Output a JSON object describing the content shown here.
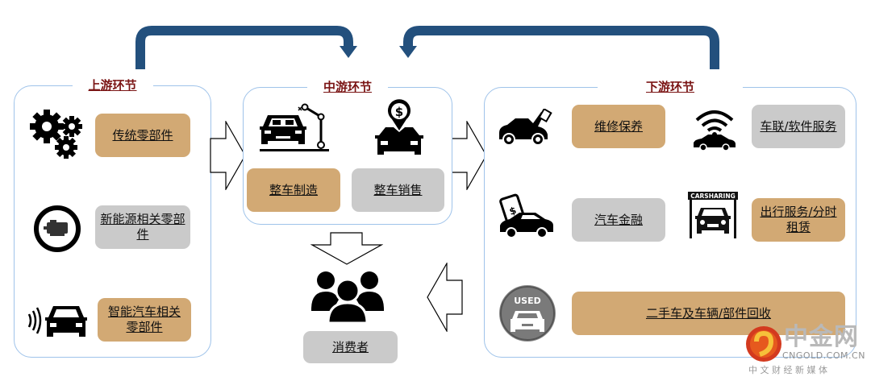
{
  "colors": {
    "accent_tan": "#d2a974",
    "accent_gray": "#cacaca",
    "title_red": "#7a1414",
    "flow_blue": "#23507d",
    "panel_border": "#9fc3ea"
  },
  "upstream": {
    "title": "上游环节",
    "items": [
      {
        "label": "传统零部件",
        "icon": "gears-icon",
        "style": "tan"
      },
      {
        "label": "新能源相关零部件",
        "icon": "motor-icon",
        "style": "gray"
      },
      {
        "label": "智能汽车相关零部件",
        "icon": "smart-car-icon",
        "style": "tan"
      }
    ]
  },
  "midstream": {
    "title": "中游环节",
    "items": [
      {
        "label": "整车制造",
        "icon": "car-manufacturing-icon",
        "style": "tan"
      },
      {
        "label": "整车销售",
        "icon": "car-sales-icon",
        "style": "gray"
      }
    ]
  },
  "consumer": {
    "label": "消费者",
    "icon": "people-icon"
  },
  "downstream": {
    "title": "下游环节",
    "items": [
      {
        "label": "维修保养",
        "icon": "car-repair-icon",
        "style": "tan"
      },
      {
        "label": "车联/软件服务",
        "icon": "connected-car-icon",
        "style": "gray"
      },
      {
        "label": "汽车金融",
        "icon": "car-finance-icon",
        "style": "gray"
      },
      {
        "label": "出行服务/分时租赁",
        "icon": "carsharing-icon",
        "style": "tan"
      },
      {
        "label": "二手车及车辆/部件回收",
        "icon": "used-car-icon",
        "style": "tan"
      }
    ],
    "carsharing_sign": "CARSHARING",
    "used_badge": "USED"
  },
  "watermark": {
    "brand": "中金网",
    "domain": "CNGOLD.COM.CN",
    "tagline": "中 文 财 经 新 媒 体"
  }
}
